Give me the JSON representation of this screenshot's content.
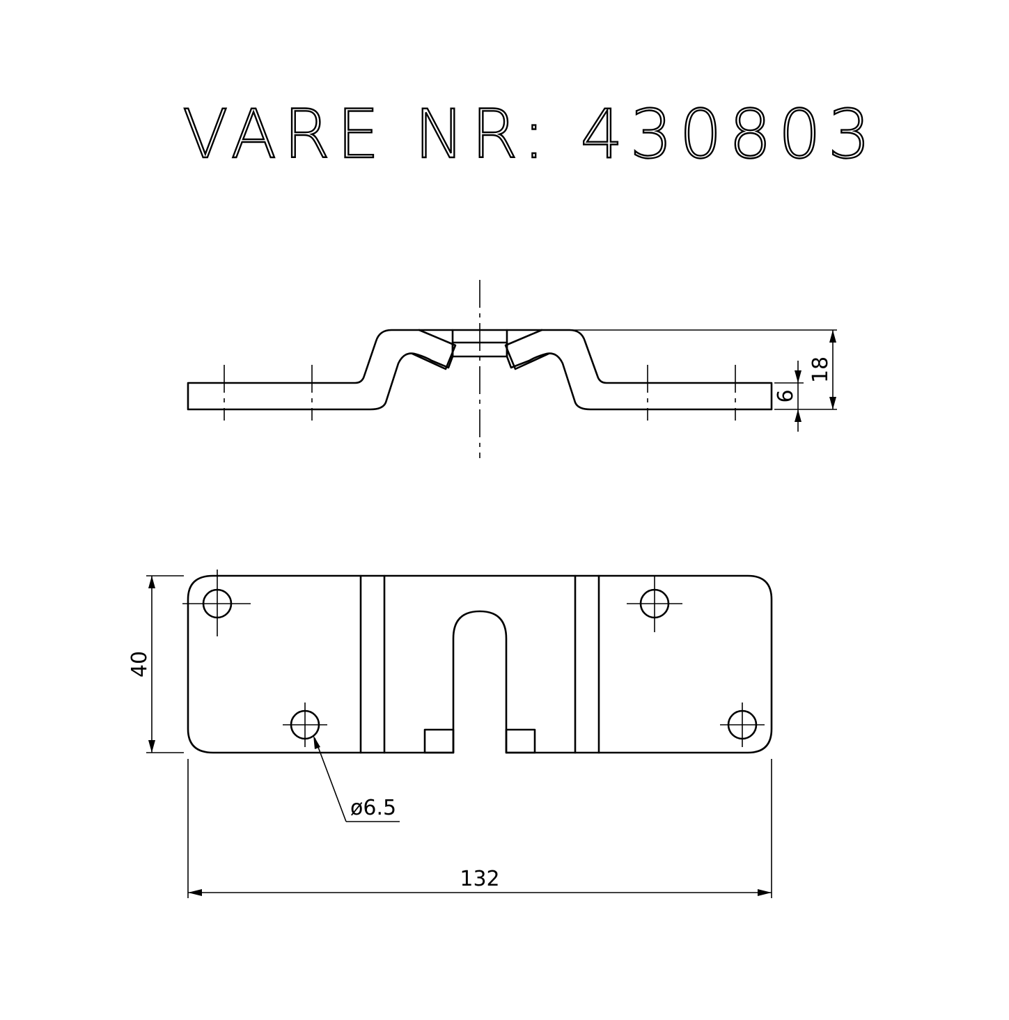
{
  "title": "VARE NR: 430803",
  "dimensions": {
    "height_total": "18",
    "thickness": "6",
    "width": "40",
    "length": "132",
    "hole_diameter": "ø6.5"
  }
}
